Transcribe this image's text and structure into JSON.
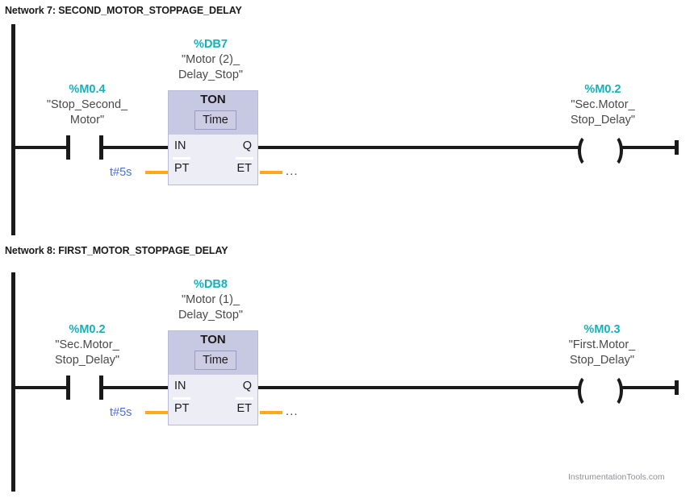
{
  "page": {
    "watermark": "InstrumentationTools.com"
  },
  "networks": [
    {
      "title": "Network 7: SECOND_MOTOR_STOPPAGE_DELAY",
      "contact": {
        "address": "%M0.4",
        "symbol_line1": "\"Stop_Second_",
        "symbol_line2": "Motor\"",
        "type": "normally-open-contact"
      },
      "timer": {
        "db_address": "%DB7",
        "db_name_line1": "\"Motor (2)_",
        "db_name_line2": "Delay_Stop\"",
        "instruction": "TON",
        "time_base": "Time",
        "port_in": "IN",
        "port_pt": "PT",
        "port_q": "Q",
        "port_et": "ET",
        "preset_value": "t#5s",
        "et_value": "..."
      },
      "coil": {
        "address": "%M0.2",
        "symbol_line1": "\"Sec.Motor_",
        "symbol_line2": "Stop_Delay\"",
        "type": "output-coil"
      }
    },
    {
      "title": "Network 8: FIRST_MOTOR_STOPPAGE_DELAY",
      "contact": {
        "address": "%M0.2",
        "symbol_line1": "\"Sec.Motor_",
        "symbol_line2": "Stop_Delay\"",
        "type": "normally-open-contact"
      },
      "timer": {
        "db_address": "%DB8",
        "db_name_line1": "\"Motor (1)_",
        "db_name_line2": "Delay_Stop\"",
        "instruction": "TON",
        "time_base": "Time",
        "port_in": "IN",
        "port_pt": "PT",
        "port_q": "Q",
        "port_et": "ET",
        "preset_value": "t#5s",
        "et_value": "..."
      },
      "coil": {
        "address": "%M0.3",
        "symbol_line1": "\"First.Motor_",
        "symbol_line2": "Stop_Delay\"",
        "type": "output-coil"
      }
    }
  ],
  "colors": {
    "address_teal": "#17b0b8",
    "preset_blue": "#4a6fe0",
    "connector_orange": "#ffa818",
    "block_header": "#c7c8e2",
    "block_body": "#ededf5",
    "rung_black": "#1a1a1a"
  }
}
